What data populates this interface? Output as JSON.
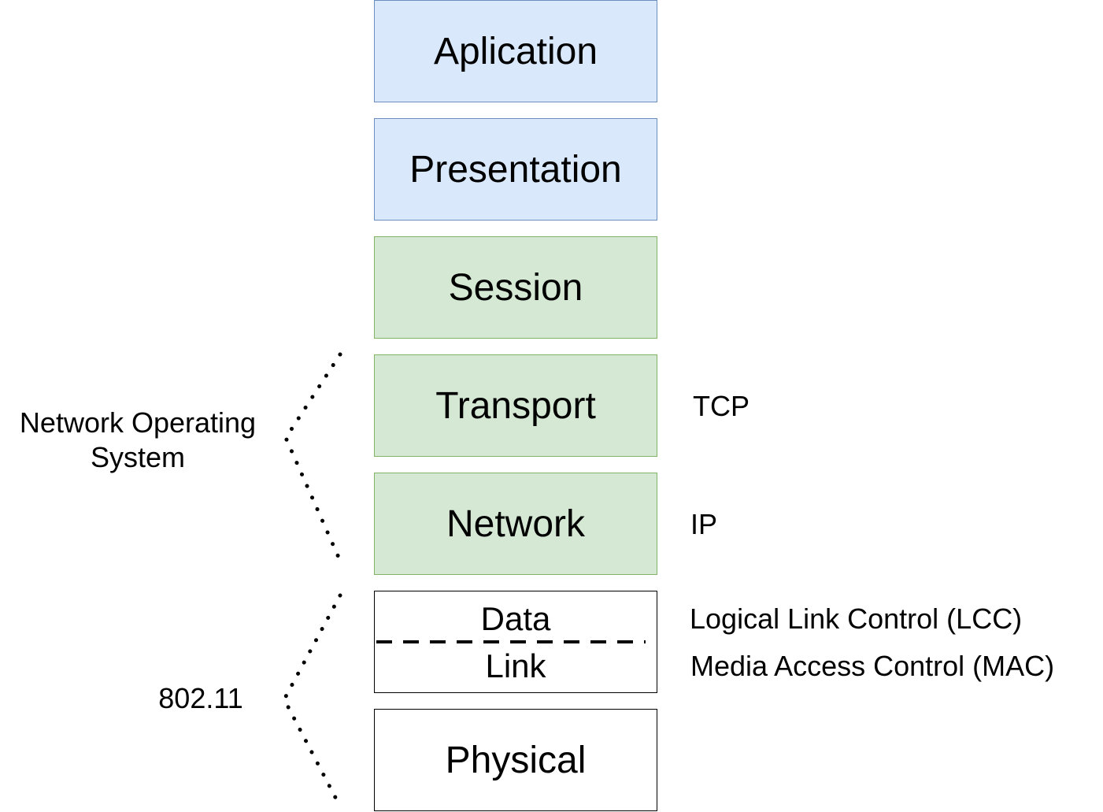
{
  "layers": {
    "application": "Aplication",
    "presentation": "Presentation",
    "session": "Session",
    "transport": "Transport",
    "network": "Network",
    "datalink_top": "Data",
    "datalink_bottom": "Link",
    "physical": "Physical"
  },
  "protocols": {
    "transport": "TCP",
    "network": "IP",
    "llc": "Logical Link Control (LCC)",
    "mac": "Media Access Control (MAC)"
  },
  "groups": {
    "nos_line1": "Network Operating",
    "nos_line2": "System",
    "wifi": "802.11"
  },
  "colors": {
    "upper_layer_fill": "#dae8fc",
    "upper_layer_stroke": "#6c8ebf",
    "middle_layer_fill": "#d5e8d4",
    "middle_layer_stroke": "#82b366",
    "lower_layer_fill": "#ffffff"
  }
}
